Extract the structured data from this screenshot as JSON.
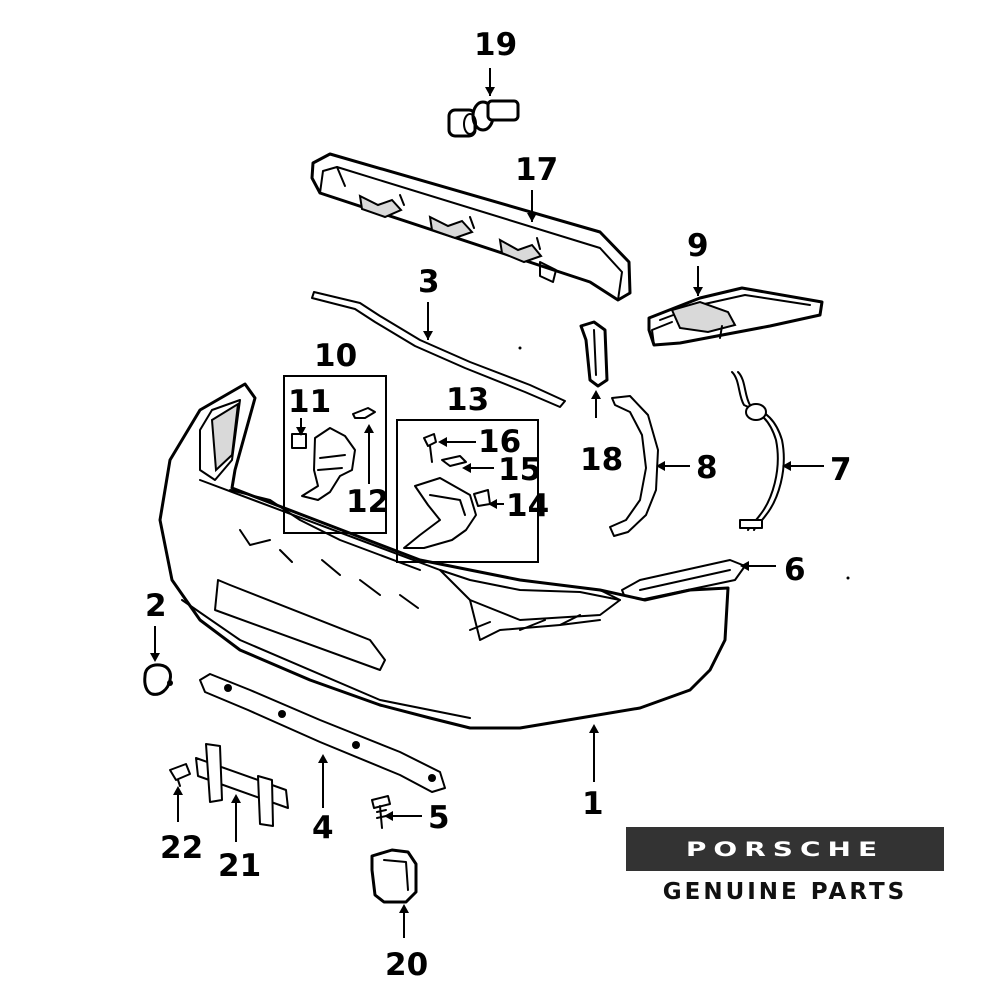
{
  "brand": {
    "logo_text": "PORSCHE",
    "tagline": "GENUINE PARTS",
    "logo_bg": "#333333",
    "logo_fg": "#ffffff"
  },
  "callouts": {
    "c1": "1",
    "c2": "2",
    "c3": "3",
    "c4": "4",
    "c5": "5",
    "c6": "6",
    "c7": "7",
    "c8": "8",
    "c9": "9",
    "c10": "10",
    "c11": "11",
    "c12": "12",
    "c13": "13",
    "c14": "14",
    "c15": "15",
    "c16": "16",
    "c17": "17",
    "c18": "18",
    "c19": "19",
    "c20": "20",
    "c21": "21",
    "c22": "22"
  }
}
